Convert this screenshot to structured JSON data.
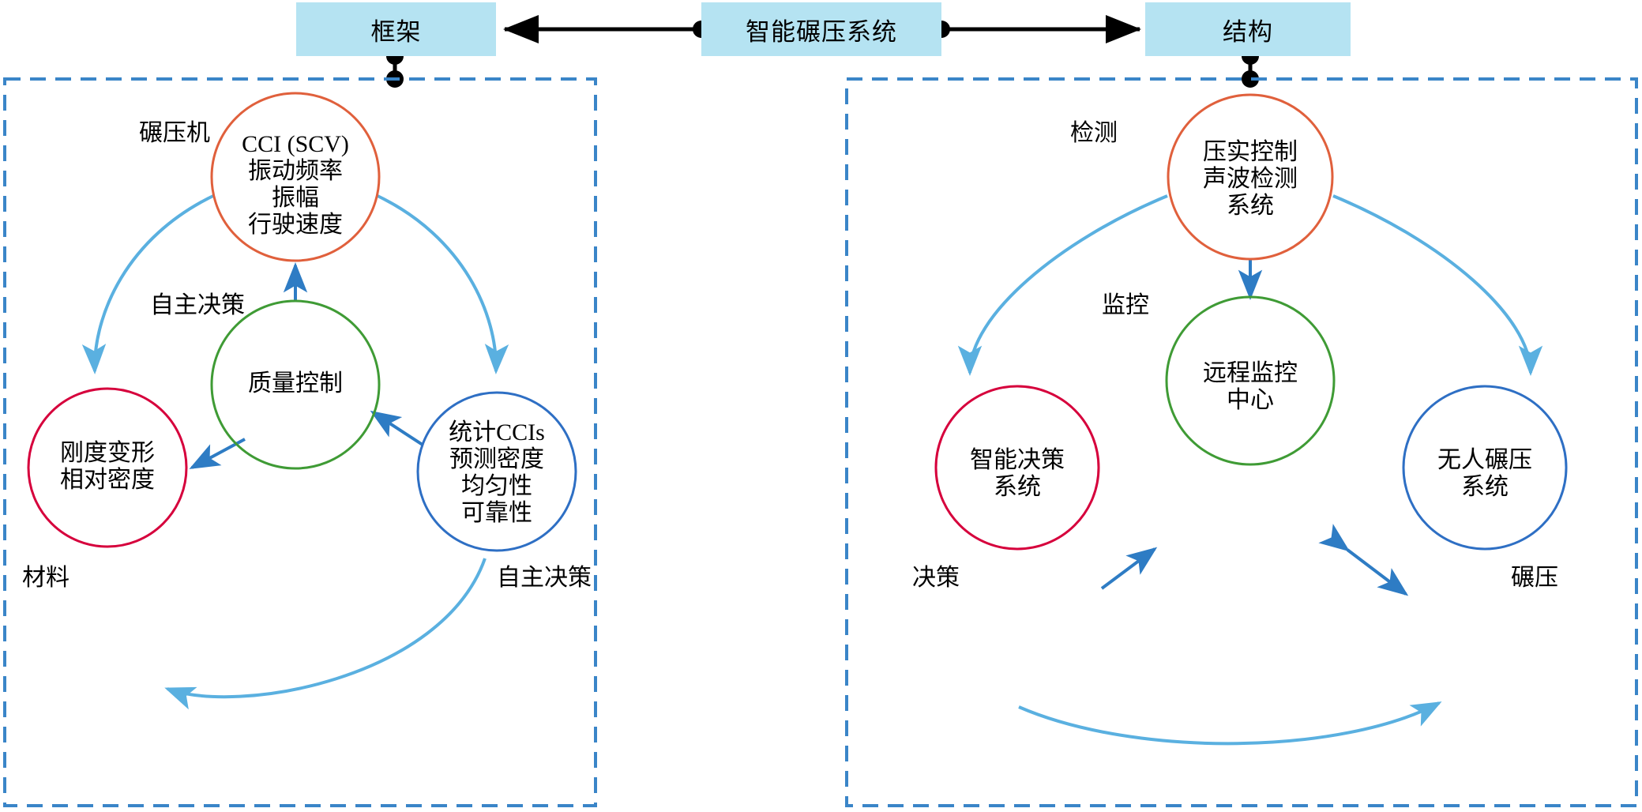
{
  "top_bar": {
    "boxes": [
      {
        "id": "framework",
        "label": "框架"
      },
      {
        "id": "intelligent-rolling-system",
        "label": "智能碾压系统"
      },
      {
        "id": "structure",
        "label": "结构"
      }
    ],
    "box_fill": "#b5e3f2",
    "connector_color": "#000000"
  },
  "panels": [
    {
      "id": "left-panel",
      "border_color": "#3a85c8",
      "corner_labels": [
        {
          "id": "roller-machine",
          "label": "碾压机",
          "position": "top-left"
        },
        {
          "id": "autonomous-decision-mid",
          "label": "自主决策",
          "position": "middle-left"
        },
        {
          "id": "material",
          "label": "材料",
          "position": "bottom-left"
        },
        {
          "id": "autonomous-decision-br",
          "label": "自主决策",
          "position": "bottom-right"
        }
      ],
      "nodes": [
        {
          "id": "cci-scv",
          "color": "#e0603c",
          "role": "top",
          "label": "CCI (SCV)\n振动频率\n振幅\n行驶速度"
        },
        {
          "id": "quality-control",
          "color": "#3f9b35",
          "role": "center",
          "label": "质量控制"
        },
        {
          "id": "stiffness-density",
          "color": "#d6003c",
          "role": "bottom-left",
          "label": "刚度变形\n相对密度"
        },
        {
          "id": "statistical-ccis",
          "color": "#2e6fc4",
          "role": "bottom-right",
          "label": "统计CCIs\n预测密度\n均匀性\n可靠性"
        }
      ]
    },
    {
      "id": "right-panel",
      "border_color": "#3a85c8",
      "corner_labels": [
        {
          "id": "detection",
          "label": "检测",
          "position": "top-left"
        },
        {
          "id": "monitoring",
          "label": "监控",
          "position": "middle-left"
        },
        {
          "id": "decision",
          "label": "决策",
          "position": "bottom-left"
        },
        {
          "id": "rolling",
          "label": "碾压",
          "position": "bottom-right"
        }
      ],
      "nodes": [
        {
          "id": "compaction-acoustic",
          "color": "#e0603c",
          "role": "top",
          "label": "压实控制\n声波检测\n系统"
        },
        {
          "id": "remote-monitor-center",
          "color": "#3f9b35",
          "role": "center",
          "label": "远程监控\n中心"
        },
        {
          "id": "smart-decision-system",
          "color": "#d6003c",
          "role": "bottom-left",
          "label": "智能决策\n系统"
        },
        {
          "id": "unmanned-rolling-system",
          "color": "#2e6fc4",
          "role": "bottom-right",
          "label": "无人碾压\n系统"
        }
      ]
    }
  ],
  "colors": {
    "cycle_arrow": "#5ab0e0",
    "spoke_arrow": "#2e7cc4",
    "panel_border": "#3a85c8",
    "box_fill": "#b5e3f2",
    "black": "#000000"
  }
}
